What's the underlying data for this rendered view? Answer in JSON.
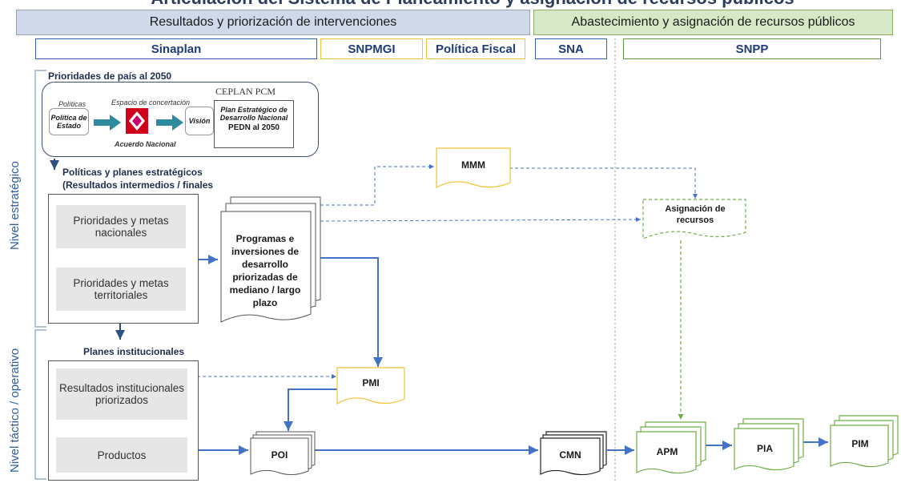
{
  "title_partial": "Articulación del Sistema de Planeamiento y asignación de recursos públicos",
  "bands": {
    "left": "Resultados y priorización de intervenciones",
    "right": "Abastecimiento y asignación de recursos públicos"
  },
  "systems": {
    "sinaplan": "Sinaplan",
    "snpmgi": "SNPMGI",
    "politica_fiscal": "Política Fiscal",
    "sna": "SNA",
    "snpp": "SNPP"
  },
  "levels": {
    "estrategico": "Nivel estratégico",
    "tactico": "Nivel táctico / operativo"
  },
  "prioridades_pais": {
    "header": "Prioridades de país al 2050",
    "politicas_small": "Políticas",
    "politica_estado": "Política de Estado",
    "espacio": "Espacio de concertación",
    "acuerdo": "Acuerdo Nacional",
    "vision": "Visión",
    "logos": "CEPLAN  PCM",
    "plan_small": "Plan Estratégico de Desarrollo Nacional",
    "pedn": "PEDN al 2050"
  },
  "politicas_planes": {
    "line1": "Políticas y planes estratégicos",
    "line2": "(Resultados intermedios / finales"
  },
  "boxes": {
    "prioridades_nacionales": "Prioridades y metas nacionales",
    "prioridades_territoriales": "Prioridades y metas territoriales",
    "planes_institucionales": "Planes institucionales",
    "resultados_institucionales": "Resultados institucionales priorizados",
    "productos": "Productos"
  },
  "docs": {
    "programas": "Programas e inversiones de desarrollo priorizadas de mediano / largo plazo",
    "mmm": "MMM",
    "asignacion": "Asignación de recursos",
    "pmi": "PMI",
    "poi": "POI",
    "cmn": "CMN",
    "apm": "APM",
    "pia": "PIA",
    "pim": "PIM"
  },
  "colors": {
    "arrow_blue": "#4472c4",
    "arrow_green": "#70ad47",
    "band_blue": "#cfd9ea",
    "band_green": "#d7e8c6"
  }
}
